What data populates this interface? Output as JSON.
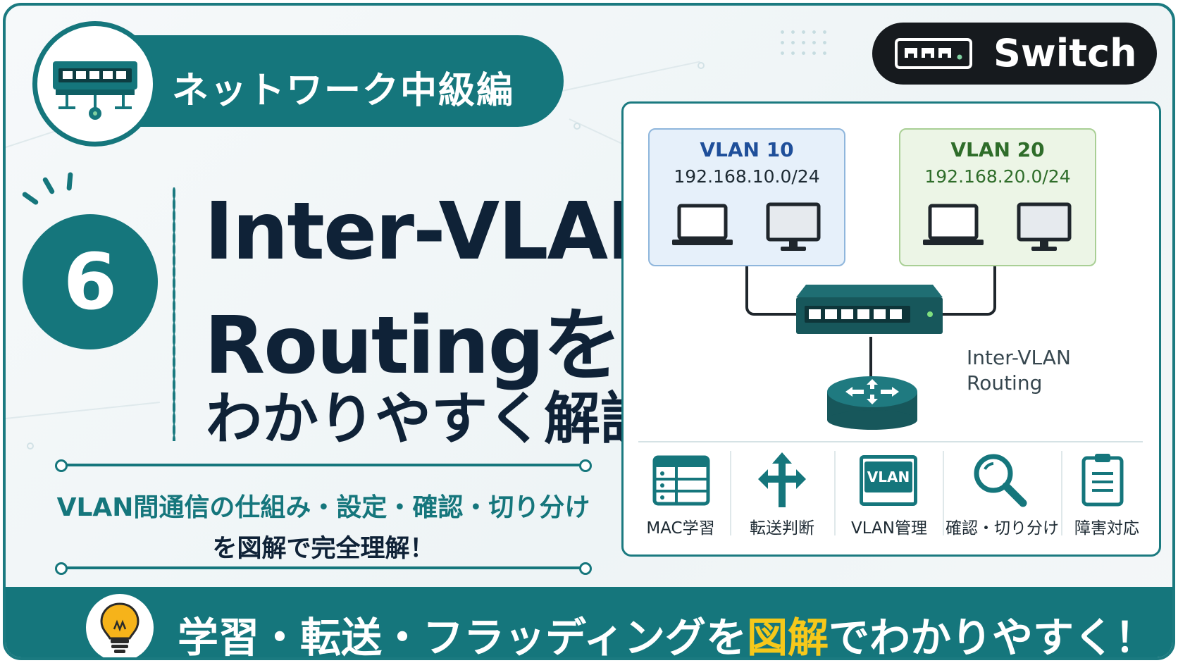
{
  "header": {
    "category_label": "ネットワーク中級編",
    "switch_label": "Switch",
    "icons": [
      "switch-icon",
      "switch-chip-icon"
    ]
  },
  "episode_number": "6",
  "title": {
    "line1": "Inter-VLAN",
    "line2": "Routingを",
    "line3": "わかりやすく解説"
  },
  "subtitle": {
    "line1": "VLAN間通信の仕組み・設定・確認・切り分け",
    "line2": "を図解で完全理解！"
  },
  "diagram": {
    "vlan10": {
      "name": "VLAN 10",
      "subnet": "192.168.10.0/24",
      "color": "#1f4f9a"
    },
    "vlan20": {
      "name": "VLAN 20",
      "subnet": "192.168.20.0/24",
      "color": "#2f6d2a"
    },
    "router_label_line1": "Inter-VLAN",
    "router_label_line2": "Routing",
    "features": [
      {
        "label": "MAC学習",
        "icon": "mac-table-icon"
      },
      {
        "label": "転送判断",
        "icon": "forwarding-arrows-icon"
      },
      {
        "label": "VLAN管理",
        "icon": "vlan-management-icon",
        "icon_text": "VLAN"
      },
      {
        "label": "確認・切り分け",
        "icon": "magnifier-icon"
      },
      {
        "label": "障害対応",
        "icon": "clipboard-icon"
      }
    ]
  },
  "footer": {
    "text_before": "学習・転送・フラッディングを",
    "highlight": "図解",
    "text_after": "でわかりやすく！",
    "icon": "lightbulb-icon",
    "highlight_color": "#f6c81a"
  },
  "colors": {
    "accent": "#15767c",
    "title": "#0f2237",
    "dark_chip": "#161a1e"
  }
}
